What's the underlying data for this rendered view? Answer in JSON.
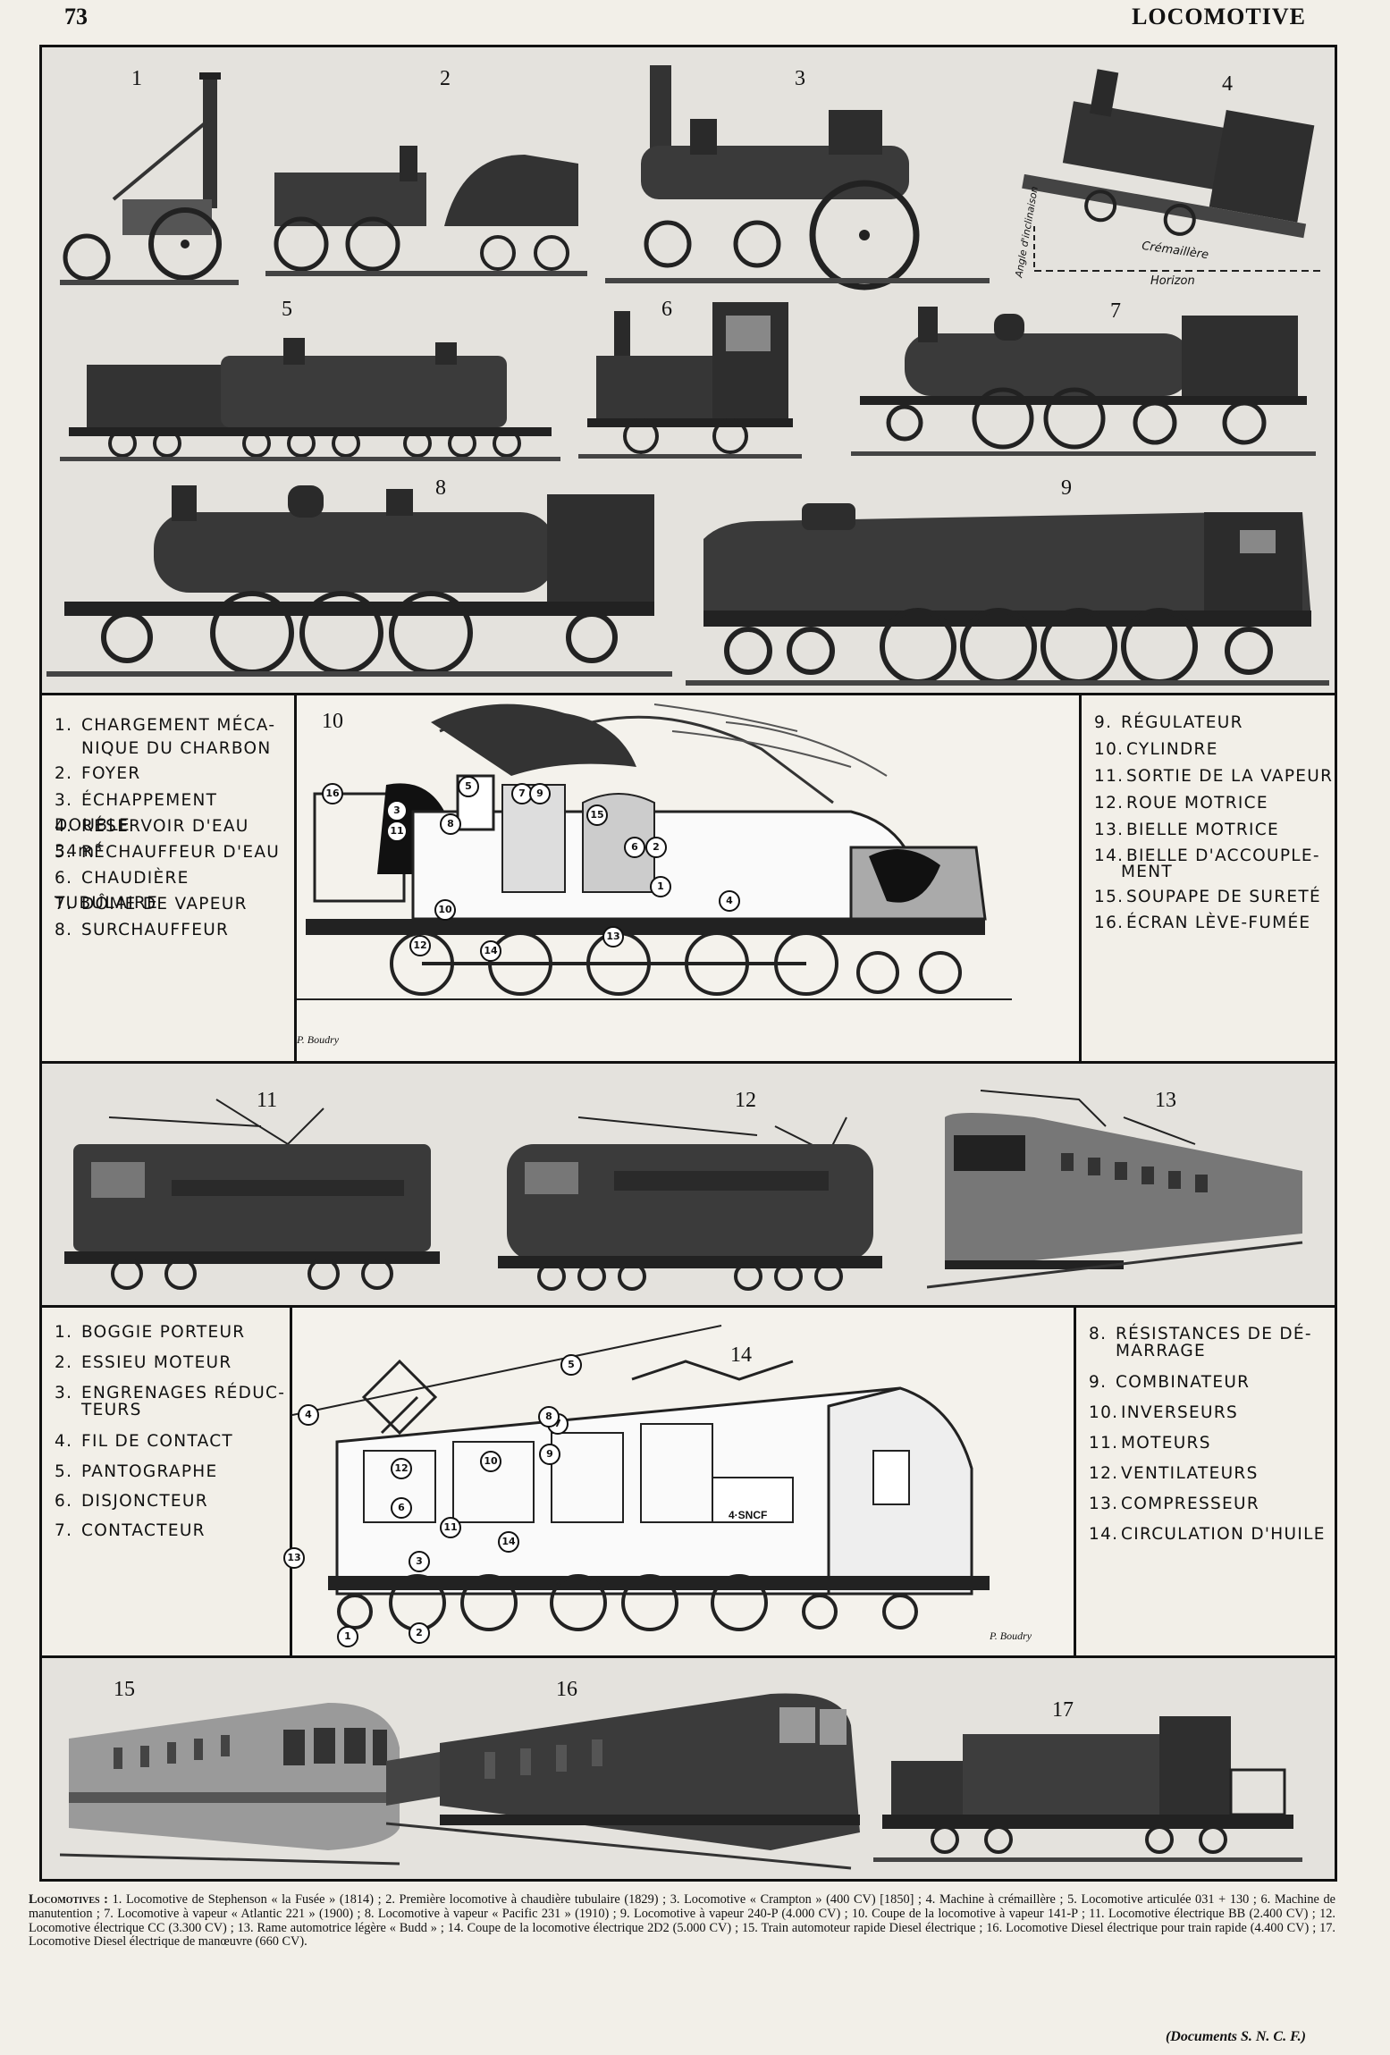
{
  "header": {
    "page_number": "73",
    "title": "LOCOMOTIVE"
  },
  "photos": {
    "top_numbers": [
      "1",
      "2",
      "3",
      "4",
      "5",
      "6",
      "7",
      "8",
      "9"
    ],
    "rack_labels": {
      "cremaillere": "Crémaillère",
      "horizon": "Horizon",
      "angle": "Angle d'inclinaison"
    },
    "electric_numbers": [
      "11",
      "12",
      "13"
    ],
    "diesel_numbers": [
      "15",
      "16",
      "17"
    ]
  },
  "steam_diagram": {
    "number": "10",
    "signature": "P. Boudry",
    "left_items": [
      {
        "n": "1.",
        "t": "CHARGEMENT MÉCA-"
      },
      {
        "n": "",
        "t": "NIQUE DU CHARBON"
      },
      {
        "n": "2.",
        "t": "FOYER"
      },
      {
        "n": "3.",
        "t": "ÉCHAPPEMENT DOUBLE"
      },
      {
        "n": "4.",
        "t": "RÉSERVOIR D'EAU 34m³"
      },
      {
        "n": "5.",
        "t": "RÉCHAUFFEUR D'EAU"
      },
      {
        "n": "6.",
        "t": "CHAUDIÈRE TUBULAIRE"
      },
      {
        "n": "7.",
        "t": "DÔME DE VAPEUR"
      },
      {
        "n": "8.",
        "t": "SURCHAUFFEUR"
      }
    ],
    "right_items": [
      {
        "n": "9.",
        "t": "RÉGULATEUR"
      },
      {
        "n": "10.",
        "t": "CYLINDRE"
      },
      {
        "n": "11.",
        "t": "SORTIE DE LA VAPEUR"
      },
      {
        "n": "12.",
        "t": "ROUE MOTRICE"
      },
      {
        "n": "13.",
        "t": "BIELLE MOTRICE"
      },
      {
        "n": "14.",
        "t": "BIELLE D'ACCOUPLE-"
      },
      {
        "n": "",
        "t": "MENT"
      },
      {
        "n": "15.",
        "t": "SOUPAPE DE SURETÉ"
      },
      {
        "n": "16.",
        "t": "ÉCRAN LÈVE-FUMÉE"
      }
    ],
    "callouts": [
      "1",
      "2",
      "3",
      "4",
      "5",
      "6",
      "7",
      "8",
      "9",
      "10",
      "11",
      "12",
      "13",
      "14",
      "15",
      "16"
    ]
  },
  "electric_diagram": {
    "number": "14",
    "signature": "P. Boudry",
    "plate_text": "4·SNCF",
    "left_items": [
      {
        "n": "1.",
        "t": "BOGGIE PORTEUR"
      },
      {
        "n": "2.",
        "t": "ESSIEU MOTEUR"
      },
      {
        "n": "3.",
        "t": "ENGRENAGES RÉDUC-"
      },
      {
        "n": "",
        "t": "TEURS"
      },
      {
        "n": "4.",
        "t": "FIL DE CONTACT"
      },
      {
        "n": "5.",
        "t": "PANTOGRAPHE"
      },
      {
        "n": "6.",
        "t": "DISJONCTEUR"
      },
      {
        "n": "7.",
        "t": "CONTACTEUR"
      }
    ],
    "right_items": [
      {
        "n": "8.",
        "t": "RÉSISTANCES DE DÉ-"
      },
      {
        "n": "",
        "t": "MARRAGE"
      },
      {
        "n": "9.",
        "t": "COMBINATEUR"
      },
      {
        "n": "10.",
        "t": "INVERSEURS"
      },
      {
        "n": "11.",
        "t": "MOTEURS"
      },
      {
        "n": "12.",
        "t": "VENTILATEURS"
      },
      {
        "n": "13.",
        "t": "COMPRESSEUR"
      },
      {
        "n": "14.",
        "t": "CIRCULATION D'HUILE"
      }
    ]
  },
  "caption": {
    "lead": "Locomotives :",
    "text": "1. Locomotive de Stephenson « la Fusée » (1814) ; 2. Première locomotive à chaudière tubulaire (1829) ; 3. Locomotive « Crampton » (400 CV) [1850] ; 4. Machine à crémaillère ; 5. Locomotive articulée 031 + 130 ; 6. Machine de manutention ; 7. Locomotive à vapeur « Atlantic 221 » (1900) ; 8. Locomotive à vapeur « Pacific 231 » (1910) ; 9. Locomotive à vapeur 240-P (4.000 CV) ; 10. Coupe de la locomotive à vapeur 141-P ; 11. Locomotive électrique BB (2.400 CV) ; 12. Locomotive électrique CC (3.300 CV) ; 13. Rame automotrice légère « Budd » ; 14. Coupe de la locomotive électrique 2D2 (5.000 CV) ; 15. Train automoteur rapide Diesel électrique ; 16. Locomotive Diesel électrique pour train rapide (4.400 CV) ; 17. Locomotive Diesel électrique de manœuvre (660 CV).",
    "source": "(Documents S. N. C. F.)"
  }
}
